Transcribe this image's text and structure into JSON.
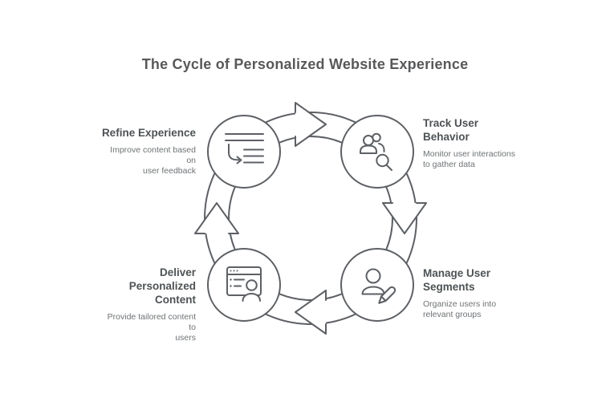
{
  "title": "The Cycle of Personalized Website Experience",
  "colors": {
    "background": "#ffffff",
    "line_stroke": "#5d6064",
    "title_text": "#57585a",
    "node_title_text": "#4e5254",
    "node_desc_text": "#6e7275"
  },
  "cycle": {
    "direction": "clockwise",
    "arrow_count": 4,
    "arrows": [
      "top-arrow-clockwise",
      "right-arrow-clockwise",
      "bottom-arrow-clockwise",
      "left-arrow-clockwise"
    ]
  },
  "nodes": [
    {
      "id": "refine-experience",
      "position": "top-left",
      "title": "Refine Experience",
      "description": "Improve content based on\nuser feedback",
      "icon": "list-with-redo-arrow-icon"
    },
    {
      "id": "track-user-behavior",
      "position": "top-right",
      "title": "Track User\nBehavior",
      "description": "Monitor user interactions\nto gather data",
      "icon": "users-with-magnifier-icon"
    },
    {
      "id": "manage-user-segments",
      "position": "bottom-right",
      "title": "Manage User\nSegments",
      "description": "Organize users into\nrelevant groups",
      "icon": "user-with-pencil-icon"
    },
    {
      "id": "deliver-personalized-content",
      "position": "bottom-left",
      "title": "Deliver\nPersonalized\nContent",
      "description": "Provide tailored content to\nusers",
      "icon": "browser-window-user-icon"
    }
  ]
}
